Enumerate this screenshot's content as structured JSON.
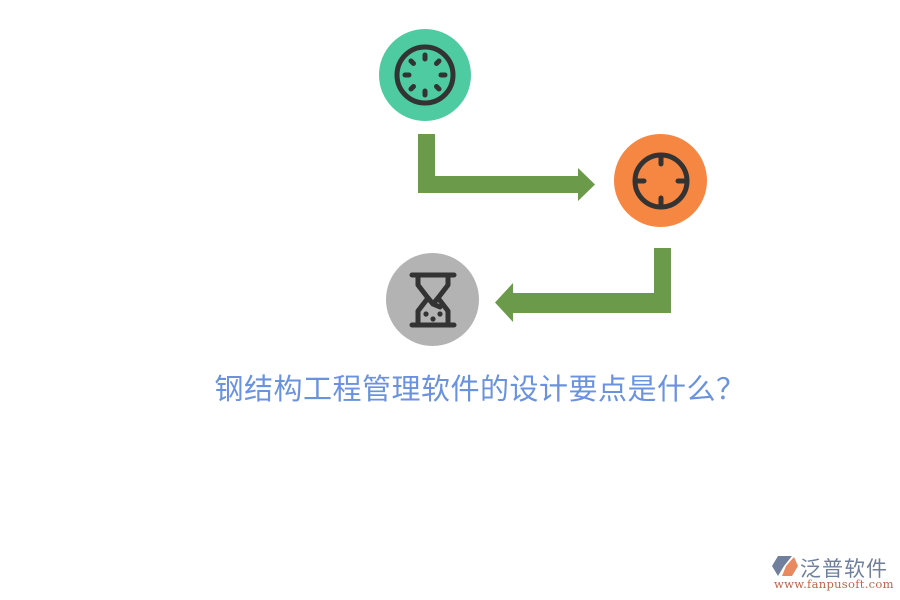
{
  "diagram": {
    "title": "钢结构工程管理软件的设计要点是什么？",
    "nodes": [
      {
        "id": "step-1",
        "icon": "loading-spinner-icon",
        "color": "#4ecba0"
      },
      {
        "id": "step-2",
        "icon": "crosshair-target-icon",
        "color": "#f68742"
      },
      {
        "id": "step-3",
        "icon": "hourglass-icon",
        "color": "#b3b3b3"
      }
    ],
    "arrows": [
      {
        "from": "step-1",
        "to": "step-2",
        "color": "#6b9a4b"
      },
      {
        "from": "step-2",
        "to": "step-3",
        "color": "#6b9a4b"
      }
    ],
    "icon_stroke_color": "#333333",
    "title_color": "#6a92df"
  },
  "logo": {
    "name": "泛普软件",
    "url": "www.fanpusoft.com"
  }
}
